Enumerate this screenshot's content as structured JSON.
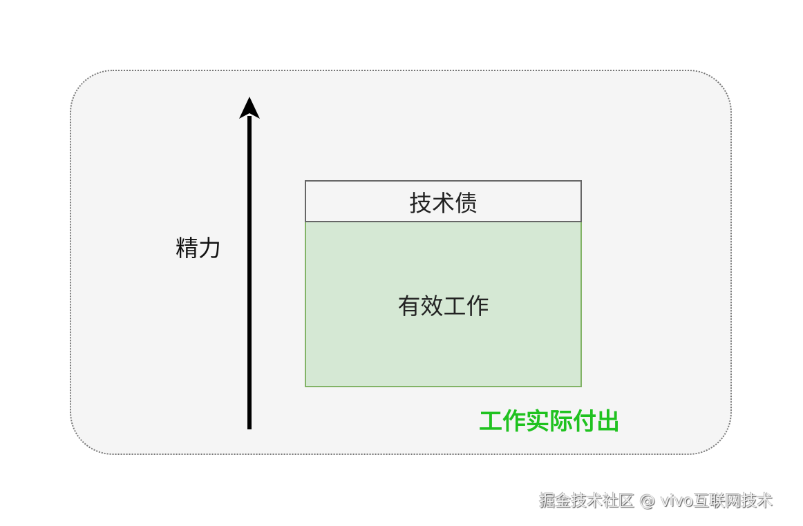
{
  "diagram": {
    "axis_label": "精力",
    "boxes": {
      "debt": "技术债",
      "work": "有效工作"
    },
    "effort_label": "工作实际付出",
    "colors": {
      "container_bg": "#f5f5f5",
      "work_fill": "#d5e8d4",
      "work_border": "#82b366",
      "effort_label": "#1fc21f"
    }
  },
  "watermark": "掘金技术社区 @ vivo互联网技术"
}
